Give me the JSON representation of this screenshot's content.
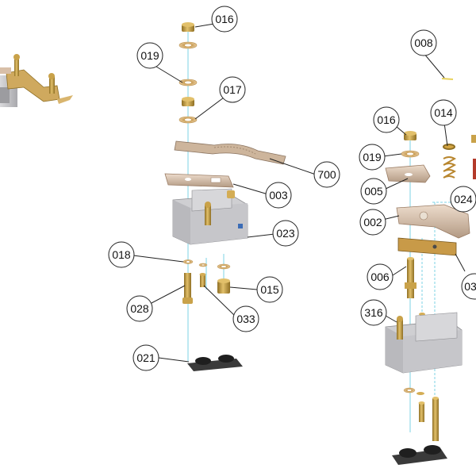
{
  "diagram": {
    "type": "exploded-parts-diagram",
    "colors": {
      "brass": "#c9a24a",
      "brass_dark": "#8f6f24",
      "copper": "#d8bfa8",
      "copper_dark": "#9a7c64",
      "housing_gray": "#c9c9cc",
      "housing_dark": "#8e8e92",
      "rubber_black": "#2a2a2a",
      "guide_line": "#7ed3e6",
      "callout_stroke": "#222222"
    },
    "callouts": [
      {
        "id": "c016a",
        "label": "016"
      },
      {
        "id": "c019a",
        "label": "019"
      },
      {
        "id": "c017",
        "label": "017"
      },
      {
        "id": "c700",
        "label": "700"
      },
      {
        "id": "c003",
        "label": "003"
      },
      {
        "id": "c023",
        "label": "023"
      },
      {
        "id": "c018",
        "label": "018"
      },
      {
        "id": "c015",
        "label": "015"
      },
      {
        "id": "c028",
        "label": "028"
      },
      {
        "id": "c033",
        "label": "033"
      },
      {
        "id": "c021",
        "label": "021"
      },
      {
        "id": "c008",
        "label": "008"
      },
      {
        "id": "c016b",
        "label": "016"
      },
      {
        "id": "c014",
        "label": "014"
      },
      {
        "id": "c019b",
        "label": "019"
      },
      {
        "id": "c005",
        "label": "005"
      },
      {
        "id": "c024",
        "label": "024"
      },
      {
        "id": "c002",
        "label": "002"
      },
      {
        "id": "c006",
        "label": "006"
      },
      {
        "id": "c03x",
        "label": "03"
      },
      {
        "id": "c316",
        "label": "316"
      }
    ]
  }
}
